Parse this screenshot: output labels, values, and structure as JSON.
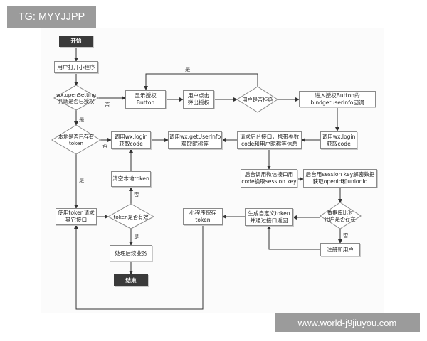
{
  "watermarks": {
    "top": "TG: MYYJJPP",
    "bottom": "www.world-j9jiuyou.com"
  },
  "nodes": {
    "start": "开始",
    "open_app": "用户打开小程序",
    "check_auth": "wx.openSetting\n判断是否已授权",
    "show_auth": "显示授权\nButton",
    "user_click_auth": "用户点击\n弹出授权",
    "user_refused": "用户是否拒绝",
    "enter_auth_button": "进入授权Button的\nbindgetuserInfo回调",
    "has_token": "本地是否已存有\ntoken",
    "wx_login_1": "调用wx.login\n获取code",
    "get_user_info": "调用wx.getUserInfo\n获取昵称等",
    "request_backend": "请求后台接口，携带参数\ncode和用户昵称等信息",
    "wx_login_2": "调用wx.login\n获取code",
    "clear_token": "清空本地token",
    "backend_exchange": "后台调用微信接口用\ncode换取session key",
    "decrypt_data": "后台用session key解密数据\n获取openid和unionId",
    "use_token": "使用token请求\n其它接口",
    "token_valid": "token是否有效",
    "save_token": "小程序保存\ntoken",
    "gen_token": "生成自定义token\n并通过接口返回",
    "user_exists": "数据库比对\n用户是否存在",
    "process_business": "处理后续业务",
    "register_user": "注册新用户",
    "end": "结束"
  },
  "edge_labels": {
    "refused_yes": "是",
    "not_authorized": "否",
    "authorized_yes": "是",
    "no_token": "否",
    "has_token_yes": "是",
    "token_invalid": "否",
    "token_valid_yes": "是",
    "user_not_exists": "否"
  }
}
